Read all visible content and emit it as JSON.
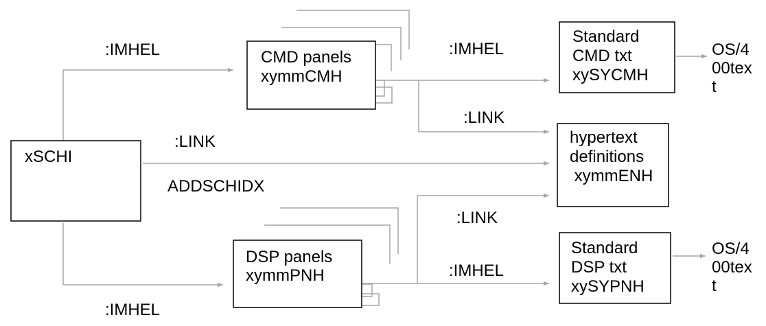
{
  "nodes": {
    "xschi": {
      "lines": [
        "xSCHI"
      ]
    },
    "cmd_panels": {
      "lines": [
        "CMD panels",
        "xymmCMH"
      ]
    },
    "dsp_panels": {
      "lines": [
        "DSP panels",
        "xymmPNH"
      ]
    },
    "standard_cmd": {
      "lines": [
        "Standard",
        "CMD txt",
        "xySYCMH"
      ]
    },
    "standard_dsp": {
      "lines": [
        "Standard",
        "DSP txt",
        "xySYPNH"
      ]
    },
    "hypertext": {
      "lines": [
        "hypertext",
        "definitions",
        " xymmENH"
      ]
    },
    "os400_top": {
      "lines": [
        "OS/4",
        "00tex",
        "t"
      ]
    },
    "os400_bottom": {
      "lines": [
        "OS/4",
        "00tex",
        "t"
      ]
    }
  },
  "edge_labels": {
    "imhel_top_left": ":IMHEL",
    "imhel_top_right": ":IMHEL",
    "link_top": ":LINK",
    "link_middle": ":LINK",
    "addschidx": "ADDSCHIDX",
    "link_bottom": ":LINK",
    "imhel_bottom_right": ":IMHEL",
    "imhel_bottom_left": ":IMHEL"
  },
  "colors": {
    "connector": "#a6a6a6",
    "box_border": "#000000",
    "text": "#000000"
  }
}
